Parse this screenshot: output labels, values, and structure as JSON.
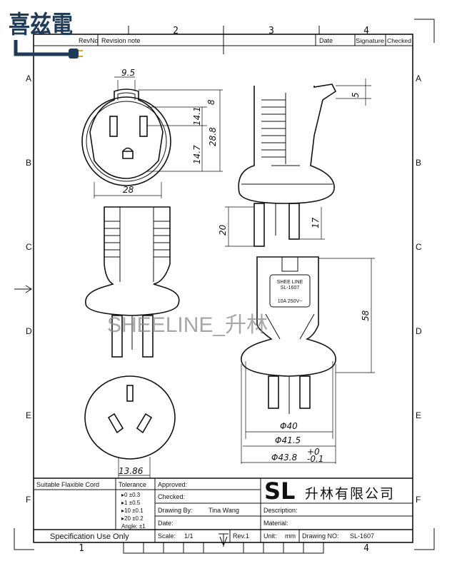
{
  "logo": {
    "text": "喜兹電",
    "color": "#1f3b57"
  },
  "columns": [
    "2",
    "3",
    "4"
  ],
  "bottom_columns": [
    "1",
    "4"
  ],
  "rows": [
    "A",
    "B",
    "C",
    "D",
    "E",
    "F"
  ],
  "revision_header": {
    "rev_no": "RevNo",
    "note": "Revision note",
    "date": "Date",
    "signature": "Signature",
    "checked": "Checked"
  },
  "watermark": "SHEELINE_升林",
  "plug_label": {
    "line1": "SHEE LINE",
    "line2": "SL-1607",
    "rating": "10A 250V~"
  },
  "dimensions": {
    "top_width": "9.5",
    "face_width": "28",
    "top_gap": "8",
    "upper": "14.1",
    "total": "28.8",
    "lower": "14.7",
    "tab": "5",
    "pin_long": "20",
    "pin_short": "17",
    "height": "58",
    "d1": "Φ40",
    "d2": "Φ41.5",
    "d3": "Φ43.8",
    "d3_tol_upper": "+0",
    "d3_tol_lower": "-0.1",
    "socket_width": "13.86"
  },
  "title_block": {
    "cord_label": "Suitable Flaxible Cord",
    "tolerance_label": "Tolerance",
    "tolerances": [
      "▸0  ±0.3",
      "▸1  ±0.5",
      "▸10  ±0.1",
      "▸20  ±0.2",
      "Angle: ±1"
    ],
    "approved": "Approved:",
    "checked": "Checked:",
    "drawing_by_label": "Drawing By:",
    "drawing_by": "Tina Wang",
    "date": "Date:",
    "company_logo": "SL",
    "company_name": "升林有限公司",
    "description": "Description:",
    "material": "Material:",
    "spec": "Specification Use Only",
    "scale_label": "Scale:",
    "scale": "1/1",
    "rev": "Rev.1",
    "unit_label": "Unit:",
    "unit": "mm",
    "drawing_no_label": "Drawing NO:",
    "drawing_no": "SL-1607"
  }
}
